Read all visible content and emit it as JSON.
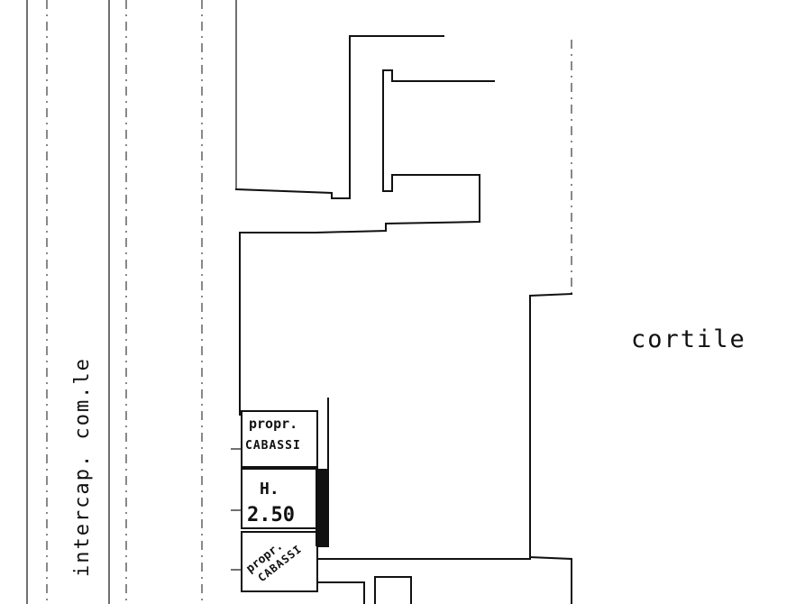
{
  "labels": {
    "courtyard": "cortile",
    "corridor": "intercap. com.le",
    "owner_top_line1": "propr.",
    "owner_top_line2": "CABASSI",
    "height_line1": "H.",
    "height_line2": "2.50",
    "owner_bottom_line1": "propr.",
    "owner_bottom_line2": "CABASSI"
  },
  "colors": {
    "ink": "#111111",
    "paper": "#ffffff"
  }
}
